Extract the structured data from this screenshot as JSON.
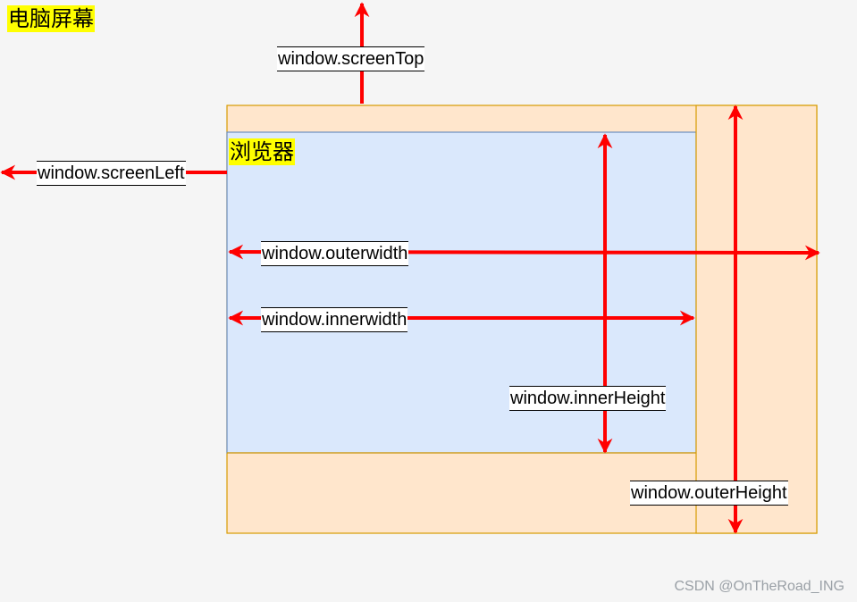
{
  "screen": {
    "title": "电脑屏幕"
  },
  "browser": {
    "title": "浏览器"
  },
  "labels": {
    "screen_top": "window.screenTop",
    "screen_left": "window.screenLeft",
    "outer_width": "window.outerwidth",
    "inner_width": "window.innerwidth",
    "inner_height": "window.innerHeight",
    "outer_height": "window.outerHeight"
  },
  "watermark": "CSDN @OnTheRoad_ING",
  "colors": {
    "background": "#f5f5f5",
    "outer_fill": "#ffe6cc",
    "outer_stroke": "#d79b00",
    "inner_fill": "#dae8fc",
    "inner_stroke": "#6c8ebf",
    "arrow": "#ff0000",
    "highlight": "#ffff00"
  }
}
